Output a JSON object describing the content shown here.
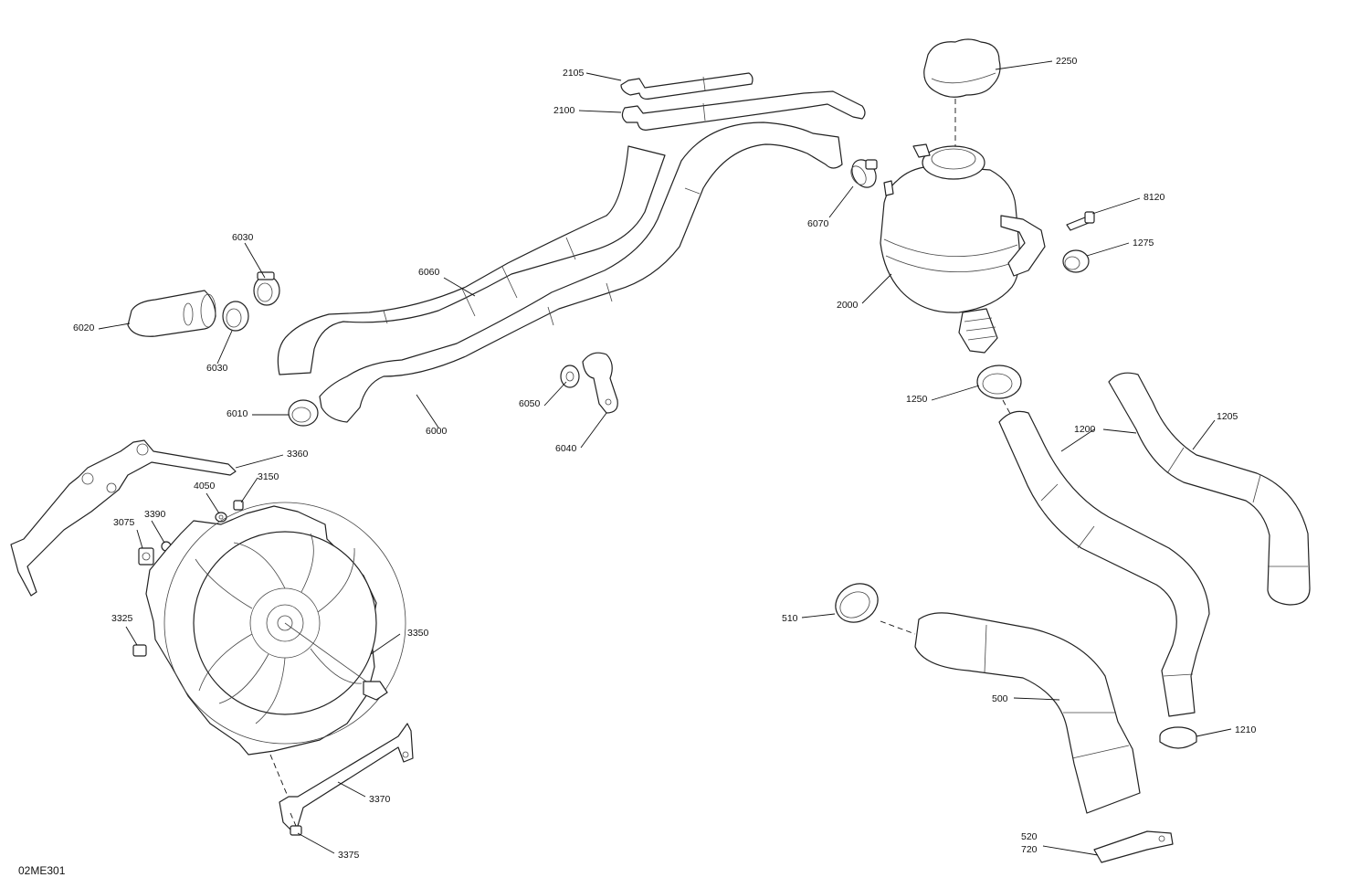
{
  "diagram_code": "02ME301",
  "callouts": {
    "p2105": "2105",
    "p2100": "2100",
    "p2250": "2250",
    "p6070": "6070",
    "p8120": "8120",
    "p1275": "1275",
    "p2000": "2000",
    "p6030a": "6030",
    "p6030b": "6030",
    "p6060": "6060",
    "p6020": "6020",
    "p6010": "6010",
    "p6000": "6000",
    "p6050": "6050",
    "p6040": "6040",
    "p1250": "1250",
    "p1200": "1200",
    "p1205": "1205",
    "p3360": "3360",
    "p3150": "3150",
    "p4050": "4050",
    "p3075": "3075",
    "p3390": "3390",
    "p3325": "3325",
    "p3350": "3350",
    "p3370": "3370",
    "p3375": "3375",
    "p510": "510",
    "p500": "500",
    "p1210": "1210",
    "p520": "520",
    "p720": "720"
  }
}
